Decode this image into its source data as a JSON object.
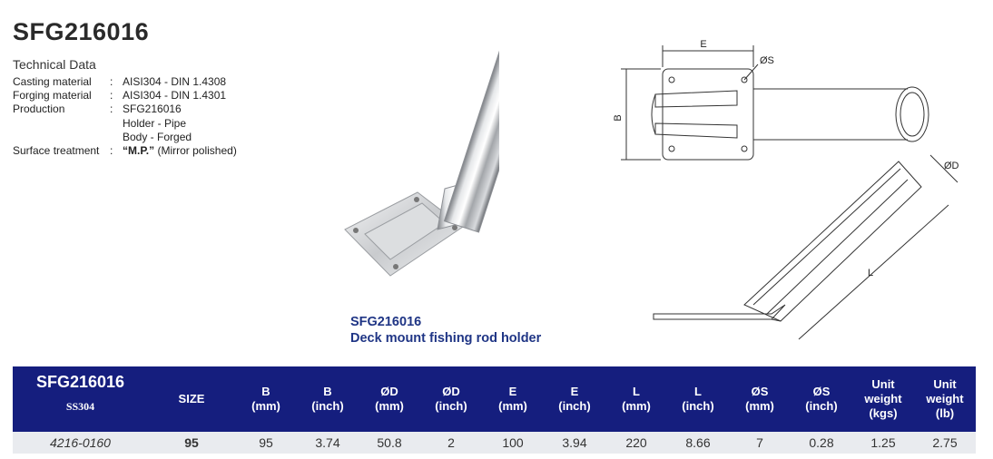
{
  "product": {
    "code": "SFG216016",
    "technical_heading": "Technical Data",
    "specs": [
      {
        "label": "Casting material",
        "values": [
          "AISI304 - DIN 1.4308"
        ]
      },
      {
        "label": "Forging material",
        "values": [
          "AISI304 - DIN 1.4301"
        ]
      },
      {
        "label": "Production",
        "values": [
          "SFG216016",
          "Holder - Pipe",
          "Body - Forged"
        ]
      },
      {
        "label": "Surface treatment",
        "value_bold": "“M.P.”",
        "value_rest": " (Mirror polished)"
      }
    ]
  },
  "drawing_labels": {
    "E": "E",
    "S": "ØS",
    "B": "B",
    "D": "ØD",
    "L": "L"
  },
  "caption": {
    "line1": "SFG216016",
    "line2": "Deck mount fishing rod holder"
  },
  "table": {
    "model_header": {
      "main": "SFG216016",
      "sub": "SS304"
    },
    "size_header": "SIZE",
    "headers": [
      [
        "B",
        "(mm)"
      ],
      [
        "B",
        "(inch)"
      ],
      [
        "ØD",
        "(mm)"
      ],
      [
        "ØD",
        "(inch)"
      ],
      [
        "E",
        "(mm)"
      ],
      [
        "E",
        "(inch)"
      ],
      [
        "L",
        "(mm)"
      ],
      [
        "L",
        "(inch)"
      ],
      [
        "ØS",
        "(mm)"
      ],
      [
        "ØS",
        "(inch)"
      ],
      [
        "Unit",
        "weight",
        "(kgs)"
      ],
      [
        "Unit",
        "weight",
        "(lb)"
      ]
    ],
    "row": {
      "code": "4216-0160",
      "size": "95",
      "values": [
        "95",
        "3.74",
        "50.8",
        "2",
        "100",
        "3.94",
        "220",
        "8.66",
        "7",
        "0.28",
        "1.25",
        "2.75"
      ]
    }
  },
  "colors": {
    "header_bg": "#151e7e",
    "caption": "#1f3585",
    "row_bg": "#e9ebef"
  }
}
